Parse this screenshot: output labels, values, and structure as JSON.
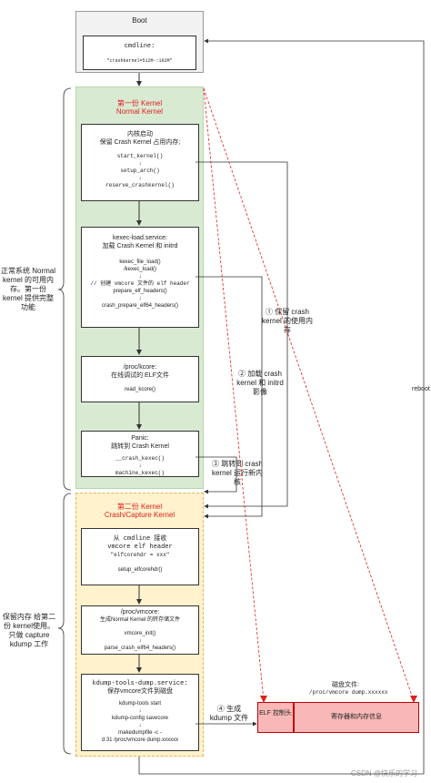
{
  "boot": {
    "title": "Boot",
    "cmdline_label": "cmdline:",
    "cmdline_value": "\"crashkernel=512M-:192M\""
  },
  "kernel1": {
    "title_cn": "第一份 Kernel",
    "title_en": "Normal Kernel",
    "box1": {
      "title": "内核启动",
      "subtitle": "保留 Crash Kernel 占用内存;",
      "lines": [
        "start_kernel()",
        "setup_arch()",
        "reserve_crashkernel()"
      ]
    },
    "box2": {
      "title": "kexec-load.service:",
      "subtitle": "加载 Crash Kernel 和 initrd",
      "lines": [
        "kexec_file_load()",
        "/kexec_load()",
        "// 创建 vmcore 文件的 elf header",
        "prepare_elf_headers()",
        "crash_prepare_elf64_headers()"
      ]
    },
    "box3": {
      "title": "/proc/kcore:",
      "subtitle": "在线调试的 ELF文件",
      "lines": [
        "read_kcore()"
      ]
    },
    "box4": {
      "title": "Panic:",
      "subtitle": "跳转到 Crash Kernel",
      "lines": [
        "__crash_kexec()",
        "machine_kexec()"
      ]
    }
  },
  "kernel2": {
    "title_cn": "第二份 Kernel",
    "title_en": "Crash/Capture Kernel",
    "box1": {
      "title": "从 cmdline 接收",
      "subtitle": "vmcore elf header",
      "lines": [
        "\"elfcorehdr = xxx\"",
        "setup_elfcorehdr()"
      ]
    },
    "box2": {
      "title": "/proc/vmcore:",
      "subtitle": "生成Normal Kernel 的转存储文件",
      "lines": [
        "vmcore_init()",
        "parse_crash_elf64_headers()"
      ]
    },
    "box3": {
      "title": "kdump-tools-dump.service:",
      "subtitle": "保存vmcore文件到磁盘",
      "lines": [
        "kdump-tools start",
        "kdump-config savecore",
        "makedumpfile -c -",
        "d 31 /proc/vmcore dump.xxxxxx"
      ]
    }
  },
  "side_labels": {
    "normal": "正常系统 Normal kernel 的可用内存。第一份 kernel 提供完整功能",
    "reserved": "保留内存 给第二份 kernel使用。只做 capture kdump 工作"
  },
  "annotations": {
    "a1": "① 保留 crash kernel 的使用内存",
    "a2": "② 加载 crash kernel 和 initrd 影像",
    "a3": "③ 跳转到 crash kernel 运行新内核",
    "a4": "④ 生成 kdump 文件"
  },
  "disk": {
    "label": "磁盘文件:",
    "filename": "/proc/vmcore dump.xxxxxx",
    "elf_header": "ELF 控制头",
    "content": "寄存器和内存信息"
  },
  "reboot_label": "reboot",
  "watermark": "CSDN @快乐的学习",
  "colors": {
    "green_panel": "#d9ead3",
    "orange_panel": "#fff2cc",
    "red_accent": "#e02020",
    "blue_text": "#2a3bd6",
    "disk_fill": "#f8b8b8"
  }
}
